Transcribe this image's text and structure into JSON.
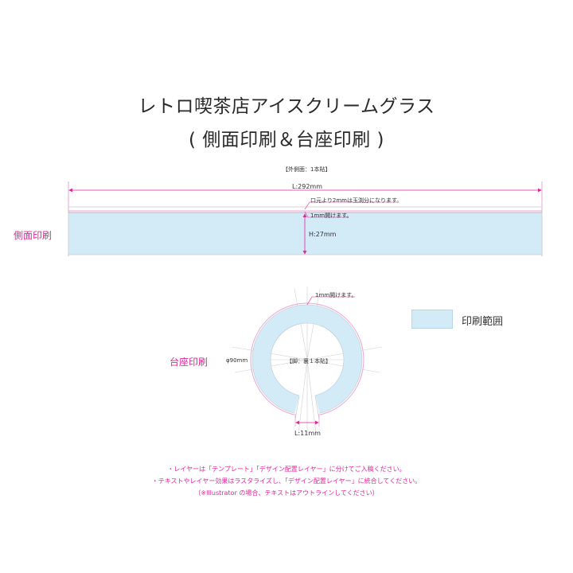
{
  "title": {
    "line1": "レトロ喫茶店アイスクリームグラス",
    "line2": "( 側面印刷＆台座印刷 )"
  },
  "side_print": {
    "section_label": "側面印刷",
    "header_label": "【外側面：1本貼】",
    "length_label": "L:292mm",
    "rim_note": "口元より2mmは玉渕分になります。",
    "margin_note": "1mm開けます。",
    "height_label": "H:27mm"
  },
  "base_print": {
    "section_label": "台座印刷",
    "diameter_label": "φ90mm",
    "center_label": "【脚：裏１本貼】",
    "margin_note": "1mm開けます。",
    "gap_label": "L:11mm"
  },
  "legend": {
    "label": "印刷範囲",
    "swatch_color": "#d3eaf7"
  },
  "notes": [
    "・レイヤーは「テンプレート」「デザイン配置レイヤー」に分けてご入稿ください。",
    "・テキストやレイヤー効果はラスタライズし、「デザイン配置レイヤー」に統合してください。",
    "（※Illustrator の場合、テキストはアウトラインしてください）"
  ],
  "colors": {
    "accent_pink": "#e0259b",
    "print_area": "#d3eaf7",
    "guide_line": "#c8c8c8"
  }
}
